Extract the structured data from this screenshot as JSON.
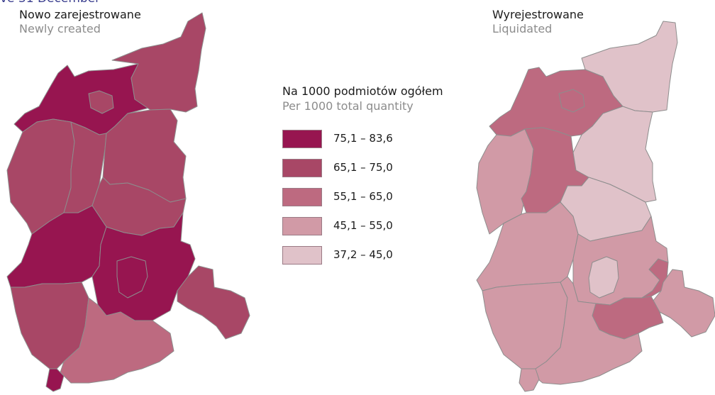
{
  "header": {
    "cut_text": "ve 31 December"
  },
  "maps": {
    "left": {
      "title_pl": "Nowo zarejestrowane",
      "title_en": "Newly created"
    },
    "right": {
      "title_pl": "Wyrejestrowane",
      "title_en": "Liquidated"
    }
  },
  "legend": {
    "title_pl": "Na 1000 podmiotów ogółem",
    "title_en": "Per 1000 total quantity",
    "classes": [
      {
        "label": "75,1 – 83,6",
        "color": "#971550"
      },
      {
        "label": "65,1 – 75,0",
        "color": "#a84766"
      },
      {
        "label": "55,1 – 65,0",
        "color": "#bd6a80"
      },
      {
        "label": "45,1 – 55,0",
        "color": "#d19aa6"
      },
      {
        "label": "37,2 – 45,0",
        "color": "#e0c2c9"
      }
    ]
  },
  "colors": {
    "border": "#8d8d8d",
    "outline": "#6e6e6e"
  }
}
